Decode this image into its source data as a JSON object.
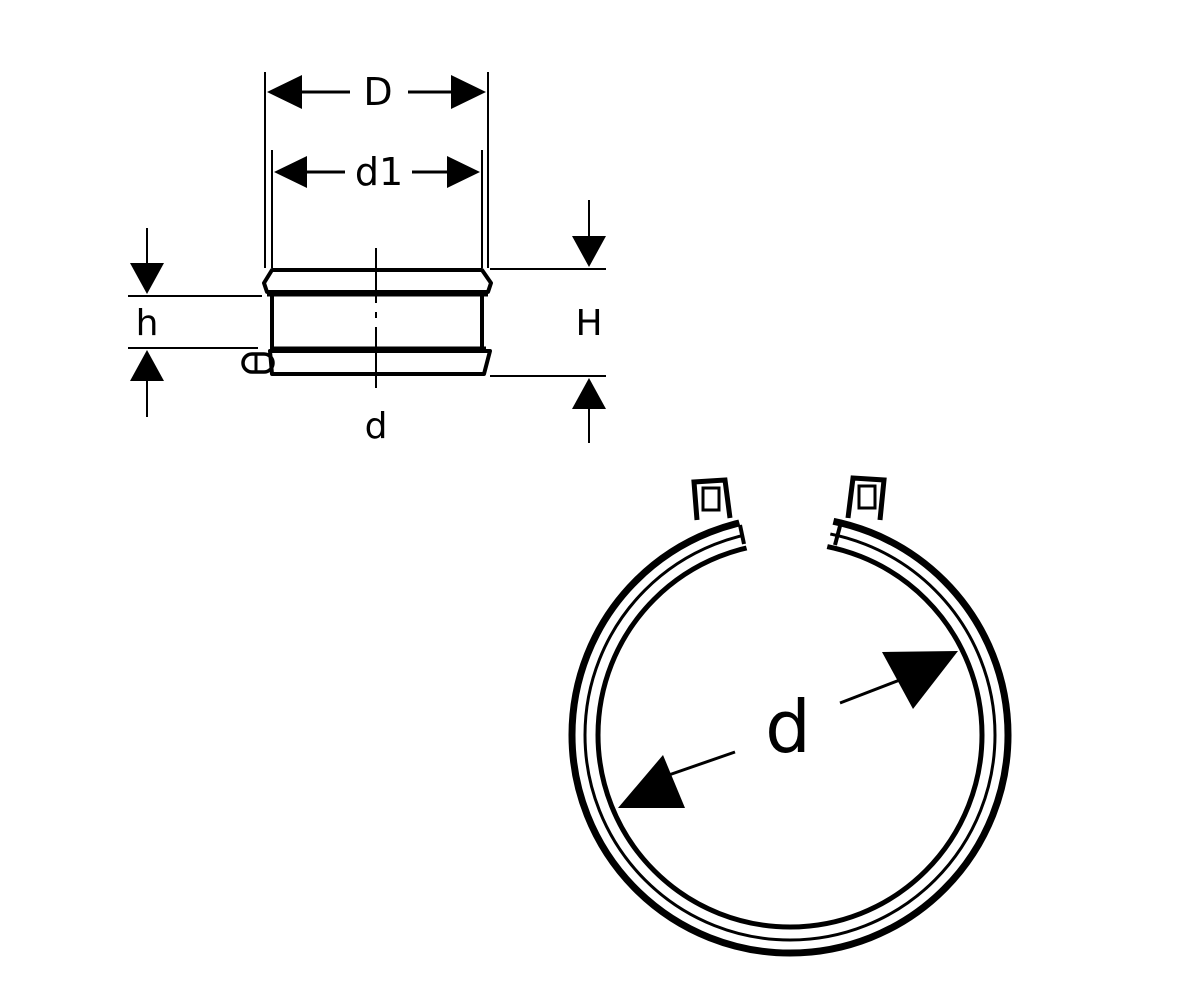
{
  "side_view": {
    "label_D": "D",
    "label_d1": "d1",
    "label_h": "h",
    "label_H": "H",
    "label_d": "d"
  },
  "top_view": {
    "label_d": "d"
  },
  "colors": {
    "line": "#000000",
    "background": "#ffffff"
  }
}
